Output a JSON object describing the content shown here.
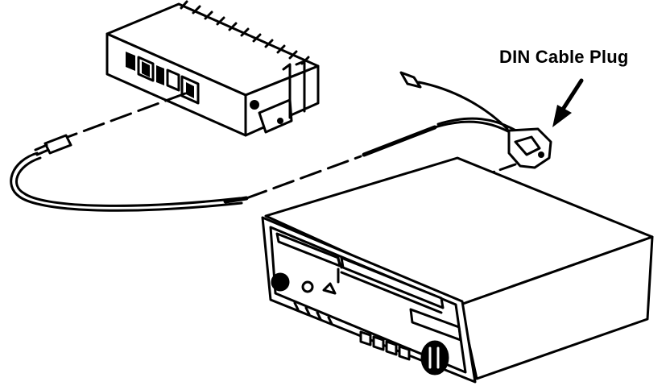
{
  "diagram": {
    "callout_label": "DIN Cable Plug",
    "colors": {
      "ink": "#000000",
      "paper": "#ffffff"
    },
    "parts": [
      "adapter-box",
      "antenna-cable",
      "din-cable-plug",
      "car-radio"
    ]
  }
}
